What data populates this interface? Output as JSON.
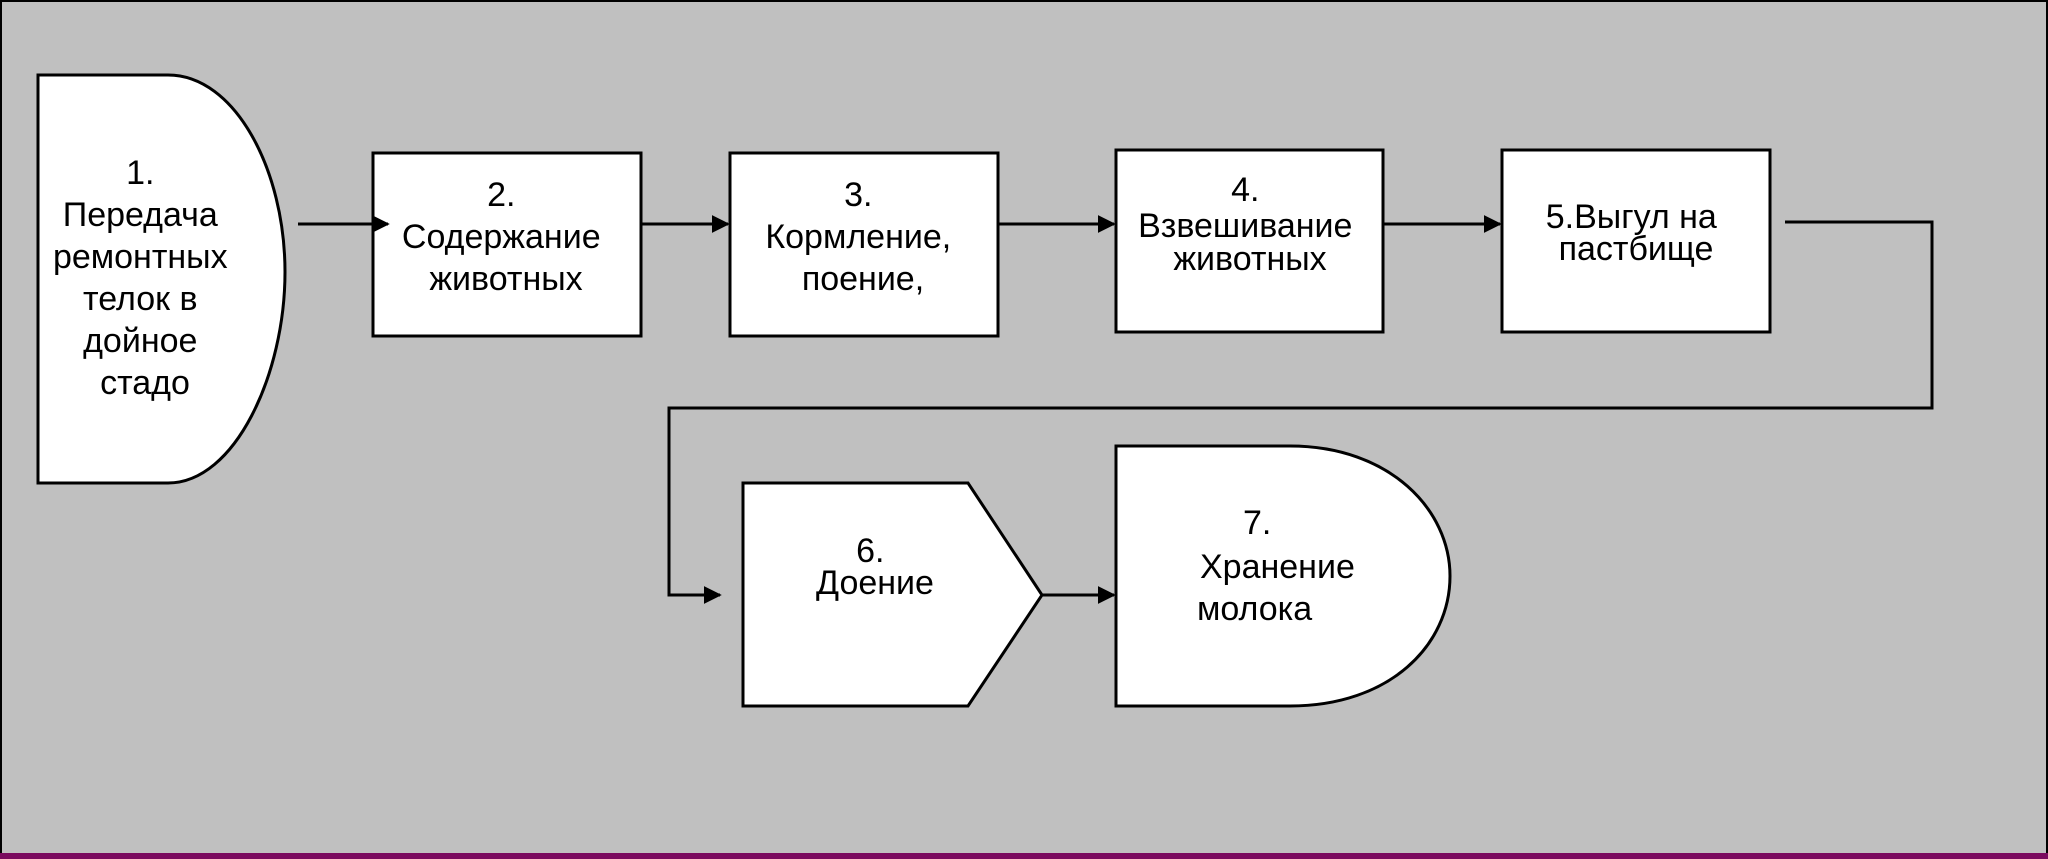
{
  "diagram": {
    "nodes": [
      {
        "id": "1",
        "shape": "delay",
        "lines": [
          "1.",
          "Передача",
          "ремонтных",
          "телок в",
          "дойное",
          "стадо"
        ]
      },
      {
        "id": "2",
        "shape": "process",
        "lines": [
          "2.",
          "Содержание",
          "животных"
        ]
      },
      {
        "id": "3",
        "shape": "process",
        "lines": [
          "3.",
          "Кормление,",
          "поение,"
        ]
      },
      {
        "id": "4",
        "shape": "process",
        "lines": [
          "4.",
          "Взвешивание",
          "животных"
        ]
      },
      {
        "id": "5",
        "shape": "process",
        "lines": [
          "5.Выгул на",
          "пастбище"
        ]
      },
      {
        "id": "6",
        "shape": "pentagon",
        "lines": [
          "6.",
          "Доение"
        ]
      },
      {
        "id": "7",
        "shape": "delay",
        "lines": [
          "7.",
          "Хранение",
          "молока"
        ]
      }
    ],
    "edges": [
      {
        "from": "1",
        "to": "2"
      },
      {
        "from": "2",
        "to": "3"
      },
      {
        "from": "3",
        "to": "4"
      },
      {
        "from": "4",
        "to": "5"
      },
      {
        "from": "5",
        "to": "6"
      },
      {
        "from": "6",
        "to": "7"
      }
    ],
    "colors": {
      "background": "#c0c0c0",
      "node_fill": "#ffffff",
      "stroke": "#000000",
      "bottom_border": "#7a0a5e"
    }
  }
}
